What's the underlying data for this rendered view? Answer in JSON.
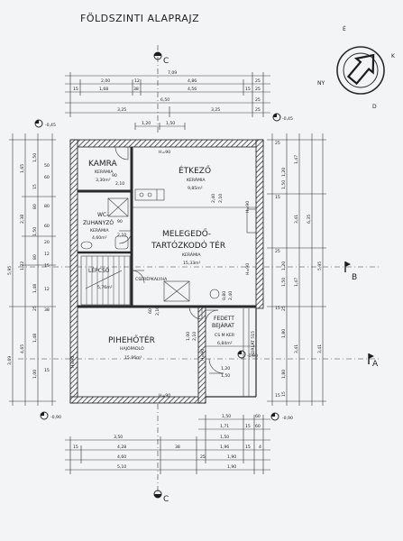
{
  "title": "FÖLDSZINTI ALAPRAJZ",
  "compass": {
    "labels": [
      "É",
      "K",
      "D",
      "NY"
    ]
  },
  "rooms": [
    {
      "name": "KAMRA",
      "material": "KERÁMIA",
      "area": "3,30m²"
    },
    {
      "name": "ÉTKEZŐ",
      "material": "KERÁMIA",
      "area": "9,85m²"
    },
    {
      "name": "WC-",
      "name2": "ZUHANYZÓ",
      "material": "KERÁMIA",
      "area": "4,60m²"
    },
    {
      "name": "MELEGEDŐ-",
      "name2": "TARTÓZKODÓ TÉR",
      "material": "KERÁMIA",
      "area": "15,33m²"
    },
    {
      "name": "LÉPCSŐ",
      "material": "",
      "area": "5,76m²"
    },
    {
      "name": "PIHEHŐTÉR",
      "material": "HAJÓPADLÓ",
      "area": "15,86m²"
    },
    {
      "name": "FEDETT",
      "name2": "BEJÁRAT",
      "material": "CS M KER",
      "area": "6,84m²"
    }
  ],
  "labels": {
    "cserepkalyha": "CSERÉPKALYHA",
    "korlat": "KORLÁT 515",
    "h90_top": "H=90",
    "h90_bottom": "H=90",
    "h90_right1": "H=90",
    "h90_right2": "H=90",
    "h90_mid": "H=90",
    "h90_door": "H=90",
    "lvl_top_left": "-0,45",
    "lvl_top_right": "-0,45",
    "lvl_bot_left": "-0,90",
    "lvl_bot_right": "-0,90",
    "lvl_entry": "-0,90",
    "door_90": "90",
    "door_210a": "2,10",
    "door_90b": "90",
    "door_210b": "2,10",
    "door_240": "2,40",
    "door_210c": "2,10",
    "door_60": "60",
    "door_210d": "2,10",
    "door_120": "1,20",
    "door_150": "1,50",
    "door_100": "1,00",
    "door_210e": "2,10",
    "door_080": "0,80",
    "door_240b": "2,40",
    "section_a": "A",
    "section_b": "B",
    "section_c": "C"
  },
  "dims_top": {
    "row1": [
      "7,09"
    ],
    "row2": [
      "2,00",
      "12",
      "4,86",
      "25"
    ],
    "row3": [
      "15",
      "1,68",
      "38",
      "4,56",
      "15",
      "25"
    ],
    "row4": [
      "6,50",
      "25"
    ],
    "row5": [
      "3,25",
      "3,25",
      "25"
    ],
    "row6": [
      "1,20",
      "1,50"
    ]
  },
  "dims_bottom": {
    "row0": [
      "1,50",
      "60"
    ],
    "row1": [
      "1,71",
      "15",
      "60"
    ],
    "row2": [
      "3,50",
      "1,50"
    ],
    "row3": [
      "15",
      "4,28",
      "38",
      "1,96",
      "15",
      "4"
    ],
    "row4": [
      "4,60",
      "25",
      "1,90"
    ],
    "row5": [
      "5,10",
      "1,90"
    ]
  },
  "dims_left": {
    "outer": [
      "5,95",
      "3,69"
    ],
    "c1": [
      "1,65",
      "2,38",
      "1,22",
      "4,65"
    ],
    "c2": [
      "1,50",
      "15",
      "80",
      "1,50",
      "80",
      "1,48",
      "25",
      "1,48",
      "1,00"
    ],
    "c3": [
      "50",
      "60",
      "80",
      "60",
      "20",
      "12",
      "15",
      "12",
      "38",
      "15"
    ]
  },
  "dims_right": {
    "outer": [
      "5,95",
      "3,41"
    ],
    "c1": [
      "1,47",
      "3,41",
      "6,35",
      "1,47",
      "3,41"
    ],
    "c2": [
      "1,20",
      "1,50",
      "1,20",
      "1,50",
      "1,80",
      "1,80",
      "25",
      "15"
    ],
    "c3": [
      "25",
      "15",
      "25",
      "15",
      "15"
    ]
  }
}
